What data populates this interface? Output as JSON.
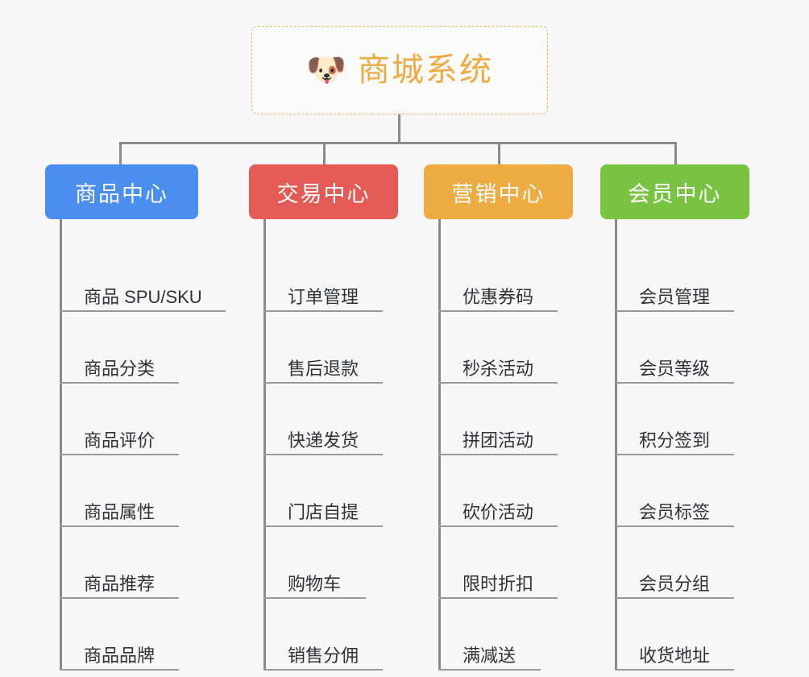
{
  "root": {
    "icon": "shiba-dog-emoji",
    "emoji": "🐶",
    "title": "商城系统",
    "border_color": "#e8b765",
    "text_color": "#eeab42"
  },
  "colors": {
    "background": "#f7f7f7",
    "connector": "#8a8a8a",
    "leaf_text": "#2f3337",
    "leaf_underline": "#9a9a9a",
    "product_center": "#4a8ef0",
    "trade_center": "#e45b56",
    "marketing_center": "#eeab42",
    "member_center": "#78c342"
  },
  "columns": [
    {
      "key": "product-center",
      "header": "商品中心",
      "color": "#4a8ef0",
      "items": [
        "商品 SPU/SKU",
        "商品分类",
        "商品评价",
        "商品属性",
        "商品推荐",
        "商品品牌"
      ]
    },
    {
      "key": "trade-center",
      "header": "交易中心",
      "color": "#e45b56",
      "items": [
        "订单管理",
        "售后退款",
        "快递发货",
        "门店自提",
        "购物车",
        "销售分佣"
      ]
    },
    {
      "key": "marketing-center",
      "header": "营销中心",
      "color": "#eeab42",
      "items": [
        "优惠券码",
        "秒杀活动",
        "拼团活动",
        "砍价活动",
        "限时折扣",
        "满减送"
      ]
    },
    {
      "key": "member-center",
      "header": "会员中心",
      "color": "#78c342",
      "items": [
        "会员管理",
        "会员等级",
        "积分签到",
        "会员标签",
        "会员分组",
        "收货地址"
      ]
    }
  ]
}
